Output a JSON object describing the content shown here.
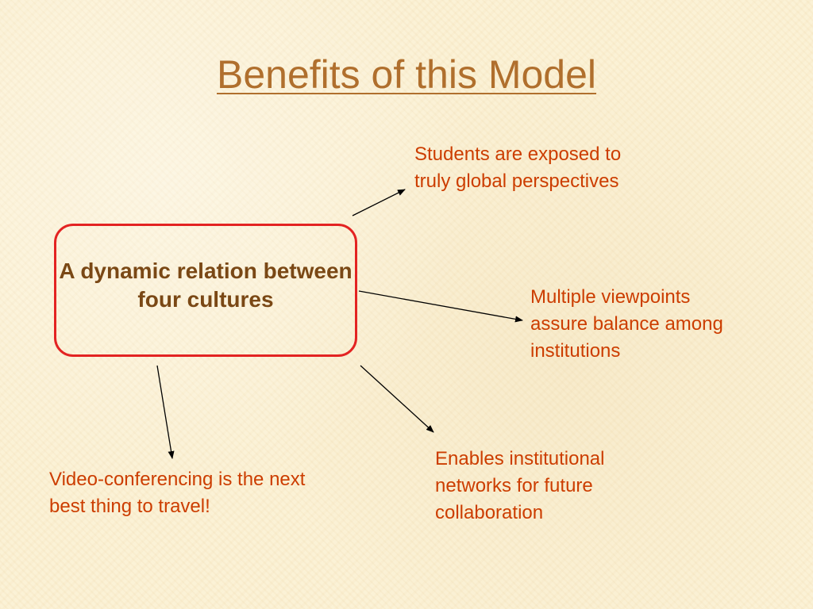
{
  "slide": {
    "title": "Benefits of this Model"
  },
  "center": {
    "text": "A dynamic relation between four cultures"
  },
  "benefits": [
    {
      "text": "Students are exposed to truly global perspectives"
    },
    {
      "text": "Multiple viewpoints assure balance among institutions"
    },
    {
      "text": "Enables institutional networks for future collaboration"
    },
    {
      "text": "Video-conferencing is the next best thing to travel!"
    }
  ],
  "colors": {
    "title": "#b06f2d",
    "center_text": "#7a4815",
    "center_border": "#e32322",
    "benefit_text": "#cc3d00",
    "arrow": "#000000"
  }
}
